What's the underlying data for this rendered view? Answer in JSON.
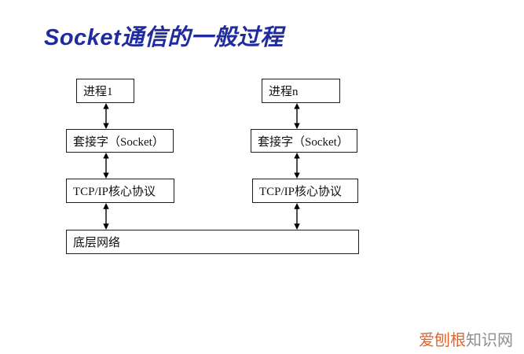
{
  "slide": {
    "title": "Socket通信的一般过程"
  },
  "diagram": {
    "process_left": "进程1",
    "process_right": "进程n",
    "socket_left": "套接字（Socket）",
    "socket_right": "套接字（Socket）",
    "tcpip_left": "TCP/IP核心协议",
    "tcpip_right": "TCP/IP核心协议",
    "network": "底层网络"
  },
  "watermark": {
    "brand": "爱刨根",
    "suffix": "知识网"
  },
  "colors": {
    "background": "#ffffff",
    "title": "#1f2b9e",
    "box_border": "#1a1a1a",
    "box_fill": "#ffffff",
    "arrow": "#000000",
    "watermark_brand": "#e0642f",
    "watermark_suffix": "#8e8e8e"
  }
}
